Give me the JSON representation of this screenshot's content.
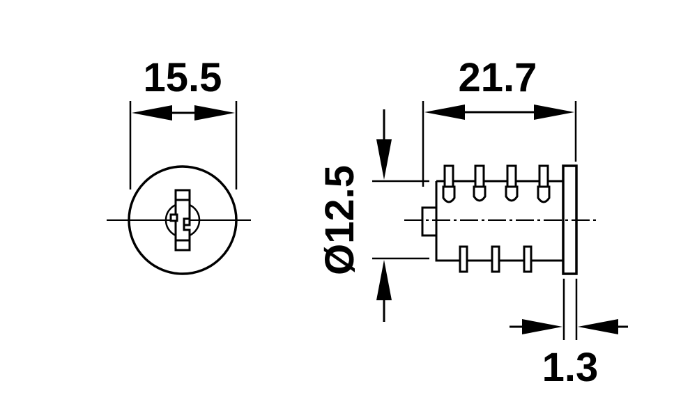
{
  "drawing": {
    "line_color": "#000000",
    "background": "#ffffff",
    "front_view": {
      "width_dimension": "15.5"
    },
    "side_view": {
      "length_dimension": "21.7",
      "diameter_dimension": "Ø12.5",
      "flange_dimension": "1.3"
    }
  }
}
